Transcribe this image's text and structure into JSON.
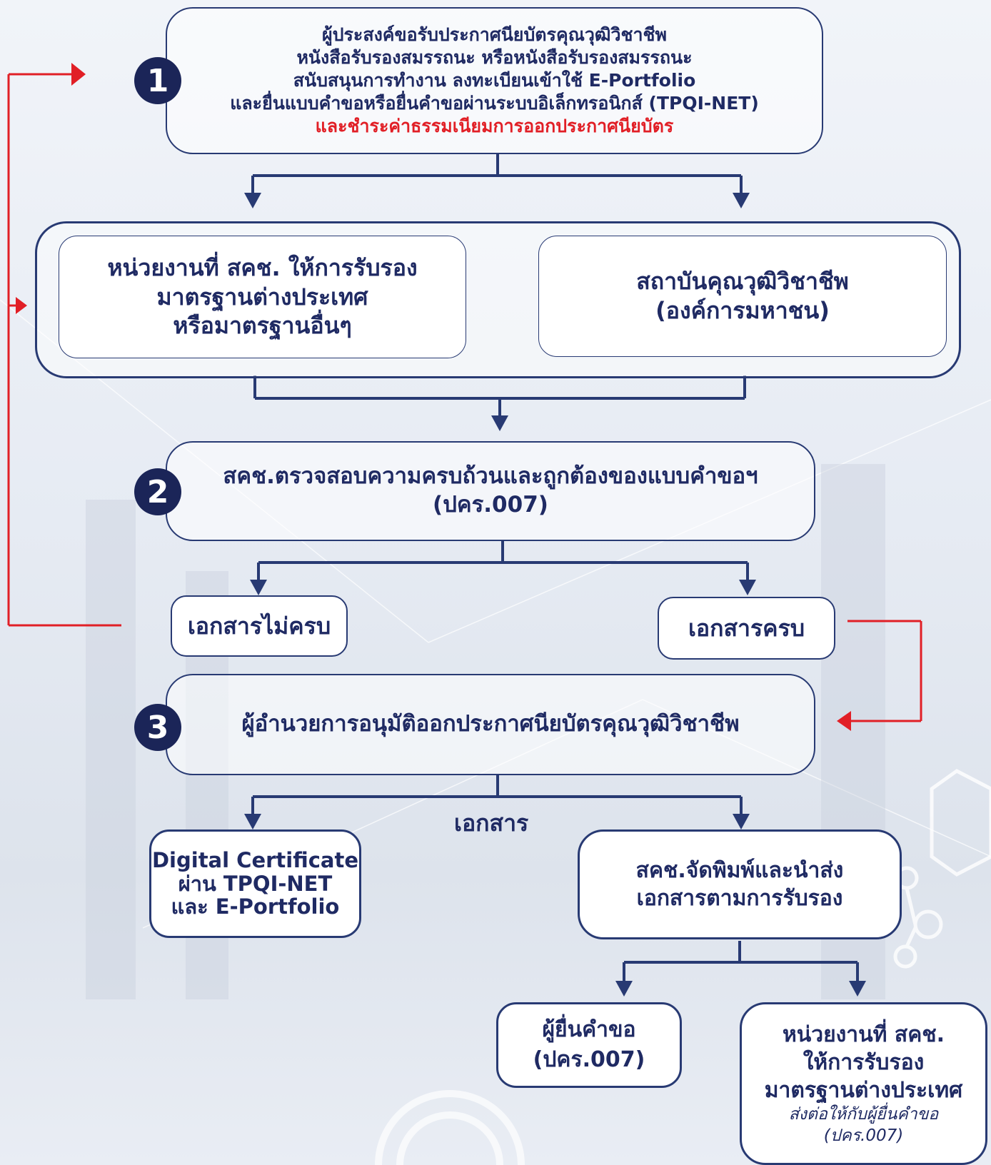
{
  "step1": {
    "number": "1",
    "lines": [
      "ผู้ประสงค์ขอรับประกาศนียบัตรคุณวุฒิวิชาชีพ",
      "หนังสือรับรองสมรรถนะ หรือหนังสือรับรองสมรรถนะ",
      "สนับสนุนการทำงาน ลงทะเบียนเข้าใช้ E-Portfolio",
      "และยื่นแบบคำขอหรือยื่นคำขอผ่านระบบอิเล็กทรอนิกส์ (TPQI-NET)"
    ],
    "highlight": "และชำระค่าธรรมเนียมการออกประกาศนียบัตร"
  },
  "agency_box": {
    "lines": [
      "หน่วยงานที่ สคช. ให้การรับรอง",
      "มาตรฐานต่างประเทศ",
      "หรือมาตรฐานอื่นๆ"
    ]
  },
  "institute_box": {
    "lines": [
      "สถาบันคุณวุฒิวิชาชีพ",
      "(องค์การมหาชน)"
    ]
  },
  "step2": {
    "number": "2",
    "lines": [
      "สคช.ตรวจสอบความครบถ้วนและถูกต้องของแบบคำขอฯ",
      "(ปคร.007)"
    ]
  },
  "incomplete_box": {
    "label": "เอกสารไม่ครบ"
  },
  "complete_box": {
    "label": "เอกสารครบ"
  },
  "step3": {
    "number": "3",
    "lines": [
      "ผู้อำนวยการอนุมัติออกประกาศนียบัตรคุณวุฒิวิชาชีพ"
    ]
  },
  "documents_label": "เอกสาร",
  "digital_cert_box": {
    "lines": [
      "Digital Certificate",
      "ผ่าน TPQI-NET",
      "และ E-Portfolio"
    ]
  },
  "print_box": {
    "lines": [
      "สคช.จัดพิมพ์และนำส่ง",
      "เอกสารตามการรับรอง"
    ]
  },
  "applicant_box": {
    "lines": [
      "ผู้ยื่นคำขอ",
      "(ปคร.007)"
    ]
  },
  "foreign_agency_box": {
    "lines": [
      "หน่วยงานที่ สคช.",
      "ให้การรับรอง",
      "มาตรฐานต่างประเทศ"
    ],
    "note_lines": [
      "ส่งต่อให้กับผู้ยื่นคำขอ",
      "(ปคร.007)"
    ]
  },
  "colors": {
    "navy": "#1f2a63",
    "connector": "#283a73",
    "accent_red": "#e11f26"
  }
}
